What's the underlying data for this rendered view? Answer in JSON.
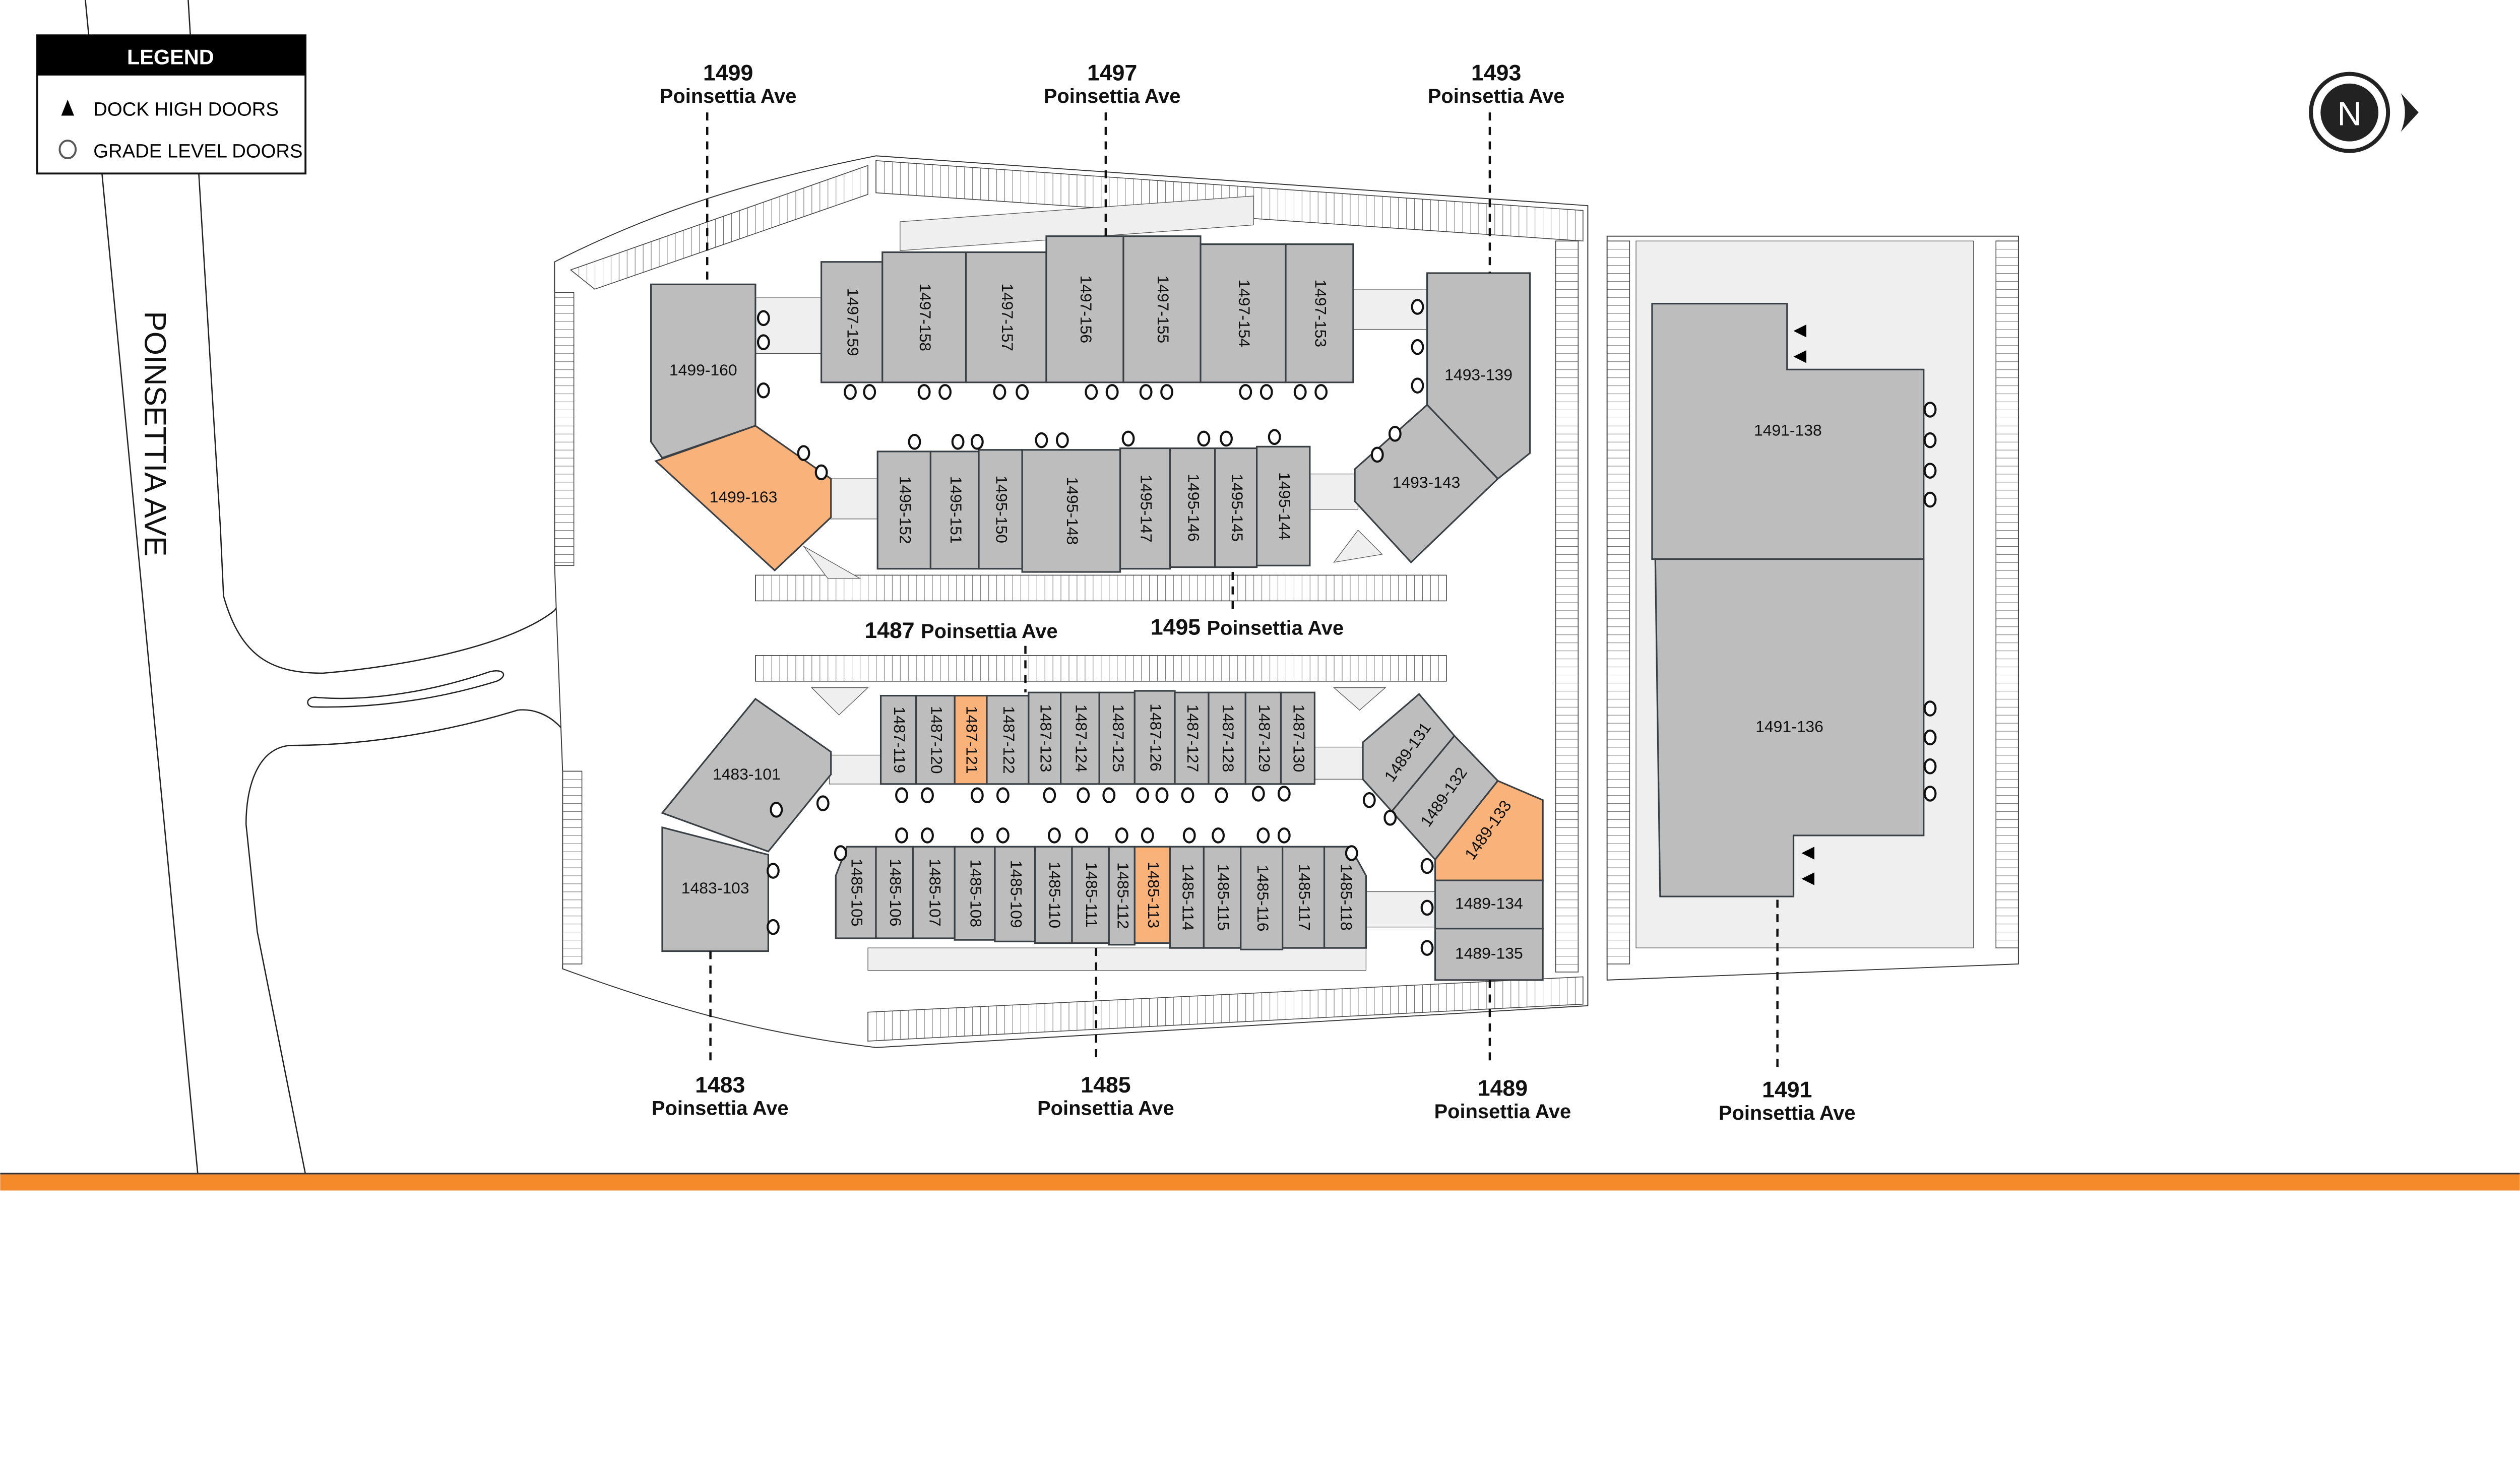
{
  "legend": {
    "title": "LEGEND",
    "items": [
      {
        "icon": "dock-high-door-triangle-icon",
        "label": "DOCK HIGH DOORS"
      },
      {
        "icon": "grade-level-door-circle-icon",
        "label": "GRADE LEVEL DOORS"
      }
    ]
  },
  "north_arrow": {
    "letter": "N"
  },
  "road": {
    "name": "POINSETTIA AVE"
  },
  "colors": {
    "unit": "#bdbdbd",
    "available": "#f8b27a",
    "walkway": "#efefef",
    "footer": "#f58a2a"
  },
  "addresses": [
    {
      "id": "1499",
      "number": "1499",
      "street": "Poinsettia Ave"
    },
    {
      "id": "1497",
      "number": "1497",
      "street": "Poinsettia Ave"
    },
    {
      "id": "1493",
      "number": "1493",
      "street": "Poinsettia Ave"
    },
    {
      "id": "1487",
      "number": "1487",
      "street": "Poinsettia Ave"
    },
    {
      "id": "1495",
      "number": "1495",
      "street": "Poinsettia Ave"
    },
    {
      "id": "1483",
      "number": "1483",
      "street": "Poinsettia Ave"
    },
    {
      "id": "1485",
      "number": "1485",
      "street": "Poinsettia Ave"
    },
    {
      "id": "1489",
      "number": "1489",
      "street": "Poinsettia Ave"
    },
    {
      "id": "1491",
      "number": "1491",
      "street": "Poinsettia Ave"
    }
  ],
  "units": [
    {
      "label": "1497-159",
      "available": false
    },
    {
      "label": "1497-158",
      "available": false
    },
    {
      "label": "1497-157",
      "available": false
    },
    {
      "label": "1497-156",
      "available": false
    },
    {
      "label": "1497-155",
      "available": false
    },
    {
      "label": "1497-154",
      "available": false
    },
    {
      "label": "1497-153",
      "available": false
    },
    {
      "label": "1499-160",
      "available": false
    },
    {
      "label": "1499-163",
      "available": true
    },
    {
      "label": "1495-152",
      "available": false
    },
    {
      "label": "1495-151",
      "available": false
    },
    {
      "label": "1495-150",
      "available": false
    },
    {
      "label": "1495-148",
      "available": false
    },
    {
      "label": "1495-147",
      "available": false
    },
    {
      "label": "1495-146",
      "available": false
    },
    {
      "label": "1495-145",
      "available": false
    },
    {
      "label": "1495-144",
      "available": false
    },
    {
      "label": "1493-139",
      "available": false
    },
    {
      "label": "1493-143",
      "available": false
    },
    {
      "label": "1491-138",
      "available": false
    },
    {
      "label": "1491-136",
      "available": false
    },
    {
      "label": "1487-119",
      "available": false
    },
    {
      "label": "1487-120",
      "available": false
    },
    {
      "label": "1487-121",
      "available": true
    },
    {
      "label": "1487-122",
      "available": false
    },
    {
      "label": "1487-123",
      "available": false
    },
    {
      "label": "1487-124",
      "available": false
    },
    {
      "label": "1487-125",
      "available": false
    },
    {
      "label": "1487-126",
      "available": false
    },
    {
      "label": "1487-127",
      "available": false
    },
    {
      "label": "1487-128",
      "available": false
    },
    {
      "label": "1487-129",
      "available": false
    },
    {
      "label": "1487-130",
      "available": false
    },
    {
      "label": "1483-101",
      "available": false
    },
    {
      "label": "1483-103",
      "available": false
    },
    {
      "label": "1485-105",
      "available": false
    },
    {
      "label": "1485-106",
      "available": false
    },
    {
      "label": "1485-107",
      "available": false
    },
    {
      "label": "1485-108",
      "available": false
    },
    {
      "label": "1485-109",
      "available": false
    },
    {
      "label": "1485-110",
      "available": false
    },
    {
      "label": "1485-111",
      "available": false
    },
    {
      "label": "1485-112",
      "available": false
    },
    {
      "label": "1485-113",
      "available": true
    },
    {
      "label": "1485-114",
      "available": false
    },
    {
      "label": "1485-115",
      "available": false
    },
    {
      "label": "1485-116",
      "available": false
    },
    {
      "label": "1485-117",
      "available": false
    },
    {
      "label": "1485-118",
      "available": false
    },
    {
      "label": "1489-131",
      "available": false
    },
    {
      "label": "1489-132",
      "available": false
    },
    {
      "label": "1489-133",
      "available": true
    },
    {
      "label": "1489-134",
      "available": false
    },
    {
      "label": "1489-135",
      "available": false
    }
  ]
}
